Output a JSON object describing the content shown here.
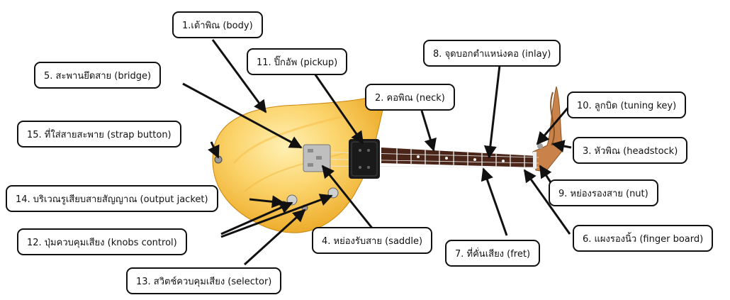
{
  "labels": [
    {
      "id": "body",
      "text": "1.เต้าพิณ (body)"
    },
    {
      "id": "neck",
      "text": "2. คอพิณ (neck)"
    },
    {
      "id": "headstock",
      "text": "3. หัวพิณ (headstock)"
    },
    {
      "id": "saddle",
      "text": "4. หย่องรับสาย (saddle)"
    },
    {
      "id": "bridge",
      "text": "5. สะพานยึดสาย (bridge)"
    },
    {
      "id": "fingerboard",
      "text": "6. แผงรองนิ้ว (finger board)"
    },
    {
      "id": "fret",
      "text": "7. ที่คั่นเสียง (fret)"
    },
    {
      "id": "inlay",
      "text": "8. จุดบอกตำแหน่งคอ (inlay)"
    },
    {
      "id": "nut",
      "text": "9. หย่องรองสาย (nut)"
    },
    {
      "id": "tuning-key",
      "text": "10. ลูกบิด (tuning key)"
    },
    {
      "id": "pickup",
      "text": "11. ปิ๊กอัพ (pickup)"
    },
    {
      "id": "knobs",
      "text": "12. ปุ่มควบคุมเสียง (knobs control)"
    },
    {
      "id": "selector",
      "text": "13. สวิตช์ควบคุมเสียง (selector)"
    },
    {
      "id": "output-jack",
      "text": "14. บริเวณรูเสียบสายสัญญาณ (output jacket)"
    },
    {
      "id": "strap-button",
      "text": "15. ที่ใส่สายสะพาย (strap button)"
    }
  ],
  "colors": {
    "body_light": "#fbd36a",
    "body_dark": "#e9a21c",
    "fretboard": "#4a2518",
    "headstock": "#c9834a",
    "hardware": "#bfbfbf",
    "pickup": "#1a1a1a",
    "border": "#111111"
  }
}
